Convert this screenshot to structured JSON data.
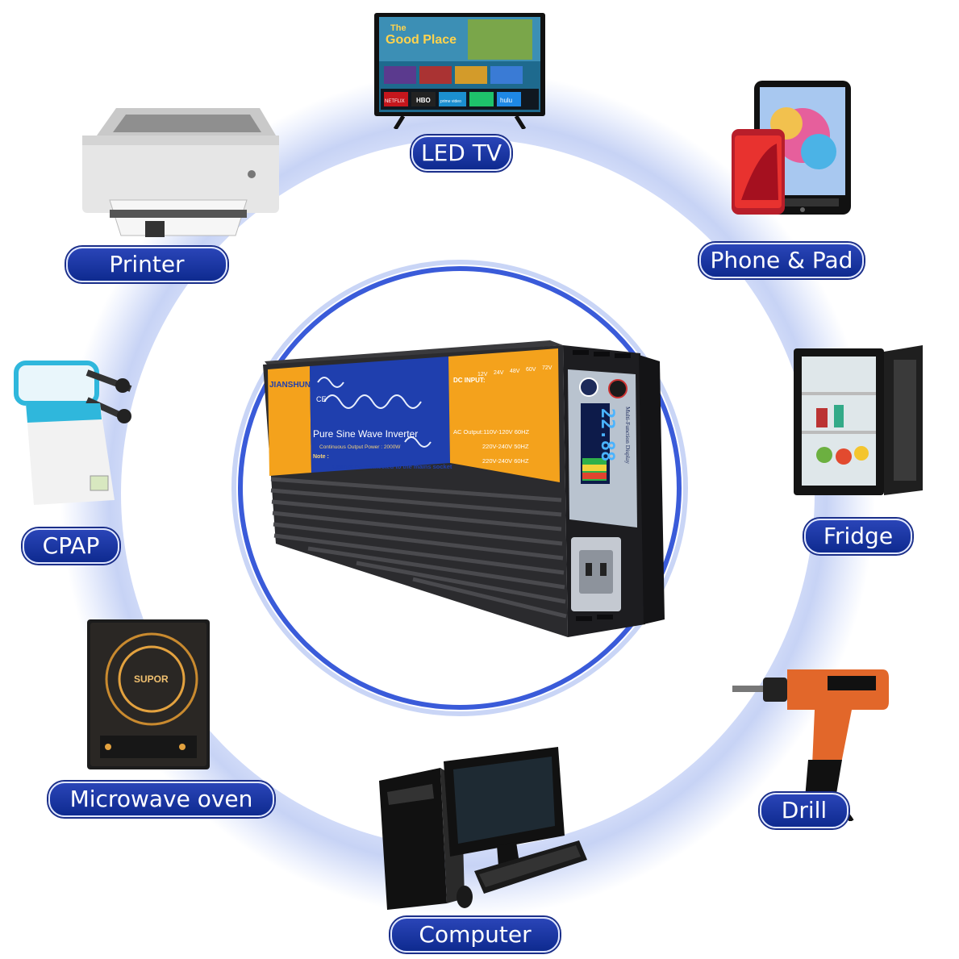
{
  "devices": {
    "led_tv": "LED TV",
    "phone_pad": "Phone & Pad",
    "printer": "Printer",
    "cpap": "CPAP",
    "fridge": "Fridge",
    "microwave": "Microwave oven",
    "drill": "Drill",
    "computer": "Computer"
  },
  "tv_screen": {
    "title_line1": "The",
    "title_line2": "Good Place",
    "apps": [
      "NETFLIX",
      "HBO",
      "prime video",
      "hulu"
    ]
  },
  "inverter": {
    "brand": "JIANSHUN",
    "product_name": "Pure Sine Wave Inverter",
    "continuous_power": "Continuous Output Power : 2000W",
    "note_label": "Note :",
    "note_text": "Cannot be connected to the mains socket",
    "dc_input_label": "DC INPUT:",
    "dc_voltages": [
      "12V",
      "24V",
      "48V",
      "60V",
      "72V"
    ],
    "ac_output_label": "AC Output:110V-120V 60HZ",
    "ac_lines": [
      "220V-240V 50HZ",
      "220V-240V 60HZ"
    ],
    "display_label": "Multi-Function Display",
    "display_reading": "22.88",
    "ce_mark": "CE"
  },
  "cooker_brand": "SUPOR",
  "colors": {
    "pill": "#1a3399",
    "ring": "#cfd9f7",
    "inner_ring": "#3a5bd9",
    "panel_orange": "#f4a21c",
    "panel_blue": "#1f3fae",
    "inverter_body": "#2b2b2e"
  }
}
